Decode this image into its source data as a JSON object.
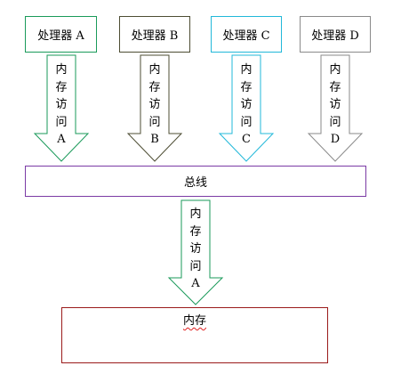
{
  "processors": [
    {
      "label": "处理器 A",
      "color": "#1a9a5a"
    },
    {
      "label": "处理器 B",
      "color": "#4d4d33"
    },
    {
      "label": "处理器 C",
      "color": "#22b8d9"
    },
    {
      "label": "处理器 D",
      "color": "#8a8a8a"
    }
  ],
  "arrows": [
    {
      "chars": [
        "内",
        "存",
        "访",
        "问",
        "A"
      ],
      "color": "#1a9a5a"
    },
    {
      "chars": [
        "内",
        "存",
        "访",
        "问",
        "B"
      ],
      "color": "#4d4d33"
    },
    {
      "chars": [
        "内",
        "存",
        "访",
        "问",
        "C"
      ],
      "color": "#22b8d9"
    },
    {
      "chars": [
        "内",
        "存",
        "访",
        "问",
        "D"
      ],
      "color": "#8a8a8a"
    }
  ],
  "bus": {
    "label": "总线",
    "color": "#7b3ba5"
  },
  "bus_arrow": {
    "chars": [
      "内",
      "存",
      "访",
      "问",
      "A"
    ],
    "color": "#1a9a5a"
  },
  "memory": {
    "label": "内存",
    "color": "#9b1b1b"
  }
}
